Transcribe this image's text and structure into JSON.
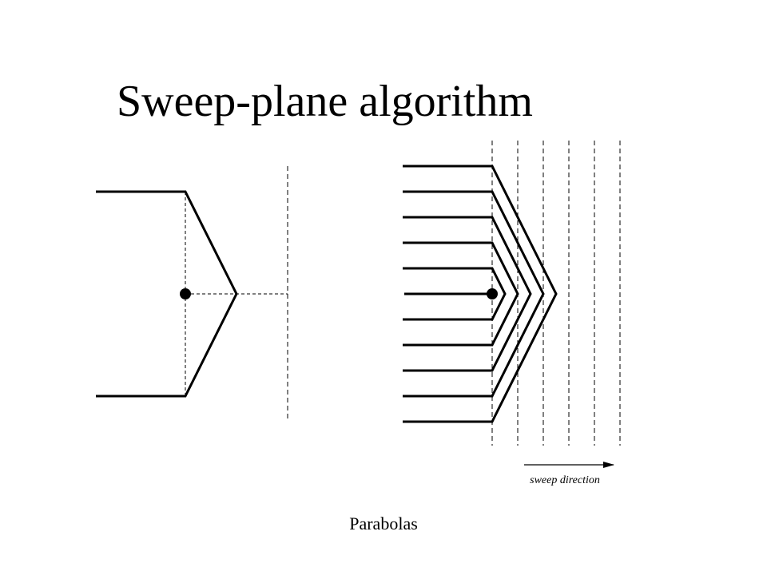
{
  "slide": {
    "title": "Sweep-plane algorithm",
    "caption": "Parabolas",
    "sweep_label": "sweep direction"
  },
  "colors": {
    "stroke": "#000000",
    "background": "#ffffff"
  }
}
